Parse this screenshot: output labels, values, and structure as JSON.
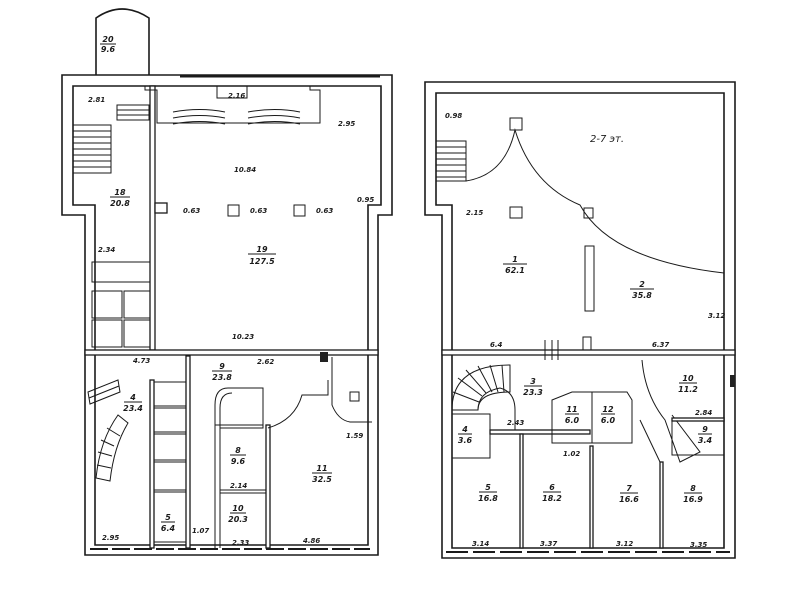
{
  "plan_left": {
    "rooms": [
      {
        "num": "20",
        "area": "9.6"
      },
      {
        "num": "18",
        "area": "20.8"
      },
      {
        "num": "19",
        "area": "127.5"
      },
      {
        "num": "4",
        "area": "23.4"
      },
      {
        "num": "9",
        "area": "23.8"
      },
      {
        "num": "11",
        "area": "32.5"
      },
      {
        "num": "8",
        "area": "9.6"
      },
      {
        "num": "10",
        "area": "20.3"
      },
      {
        "num": "5",
        "area": "6.4"
      }
    ],
    "dims": [
      "2.81",
      "2.16",
      "2.95",
      "10.84",
      "0.63",
      "0.63",
      "0.63",
      "0.95",
      "2.34",
      "10.23",
      "4.73",
      "2.62",
      "2.95",
      "2.33",
      "4.86",
      "1.07",
      "1.59",
      "2.14"
    ]
  },
  "plan_right": {
    "note": "2-7 эт.",
    "rooms": [
      {
        "num": "1",
        "area": "62.1"
      },
      {
        "num": "2",
        "area": "35.8"
      },
      {
        "num": "3",
        "area": "23.3"
      },
      {
        "num": "4",
        "area": "3.6"
      },
      {
        "num": "5",
        "area": "16.8"
      },
      {
        "num": "6",
        "area": "18.2"
      },
      {
        "num": "7",
        "area": "16.6"
      },
      {
        "num": "8",
        "area": "16.9"
      },
      {
        "num": "10",
        "area": "11.2"
      },
      {
        "num": "9",
        "area": "3.4"
      },
      {
        "num": "11",
        "area": "6.0"
      },
      {
        "num": "12",
        "area": "6.0"
      }
    ],
    "dims": [
      "2.15",
      "6.4",
      "6.37",
      "2.84",
      "2.43",
      "1.02",
      "3.14",
      "3.37",
      "3.12",
      "3.35",
      "0.98",
      "3.12"
    ]
  }
}
